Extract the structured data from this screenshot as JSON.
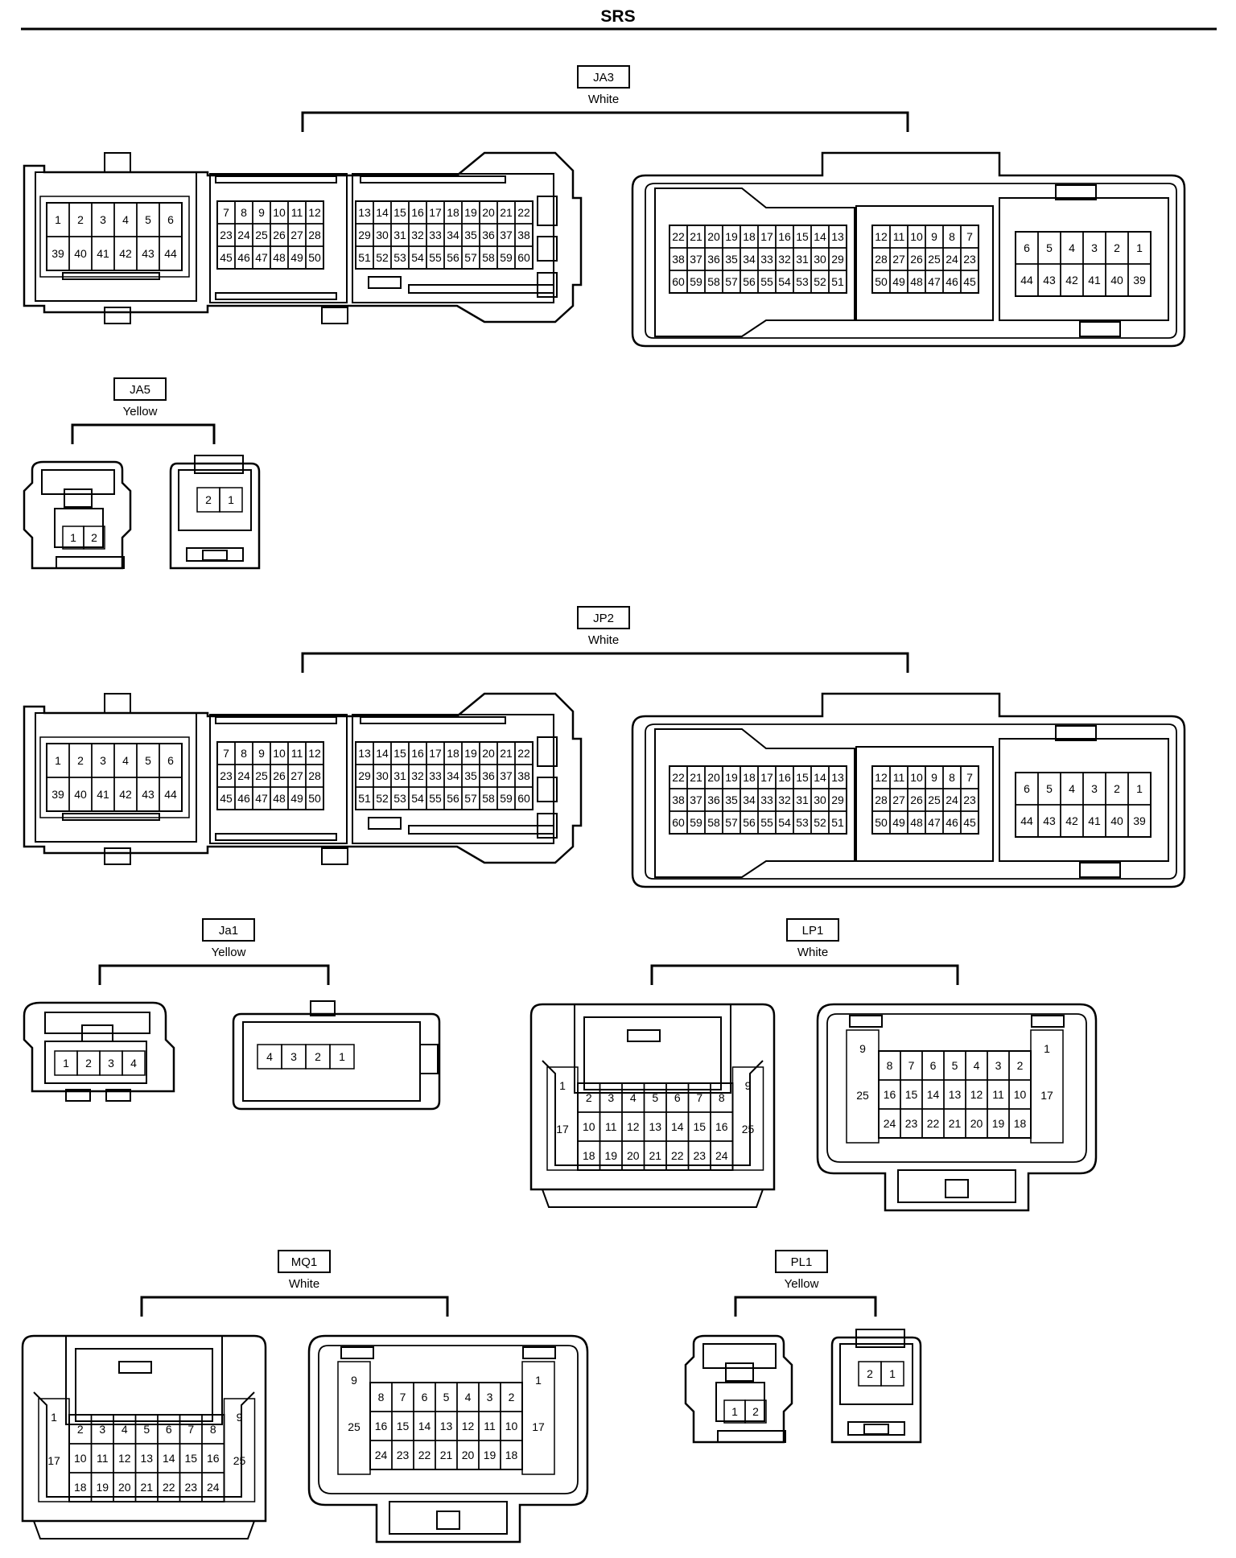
{
  "header": {
    "title": "SRS"
  },
  "connectors": {
    "ja3": {
      "name": "JA3",
      "color": "White"
    },
    "ja5": {
      "name": "JA5",
      "color": "Yellow"
    },
    "jp2": {
      "name": "JP2",
      "color": "White"
    },
    "ja1": {
      "name": "Ja1",
      "color": "Yellow"
    },
    "lp1": {
      "name": "LP1",
      "color": "White"
    },
    "mq1": {
      "name": "MQ1",
      "color": "White"
    },
    "pl1": {
      "name": "PL1",
      "color": "Yellow"
    }
  },
  "pinouts": {
    "big_male": [
      [
        [
          "1",
          "2",
          "3",
          "4",
          "5",
          "6"
        ],
        [
          "39",
          "40",
          "41",
          "42",
          "43",
          "44"
        ]
      ],
      [
        [
          "7",
          "8",
          "9",
          "10",
          "11",
          "12"
        ],
        [
          "23",
          "24",
          "25",
          "26",
          "27",
          "28"
        ],
        [
          "45",
          "46",
          "47",
          "48",
          "49",
          "50"
        ]
      ],
      [
        [
          "13",
          "14",
          "15",
          "16",
          "17",
          "18",
          "19",
          "20",
          "21",
          "22"
        ],
        [
          "29",
          "30",
          "31",
          "32",
          "33",
          "34",
          "35",
          "36",
          "37",
          "38"
        ],
        [
          "51",
          "52",
          "53",
          "54",
          "55",
          "56",
          "57",
          "58",
          "59",
          "60"
        ]
      ]
    ],
    "big_female": [
      [
        [
          "22",
          "21",
          "20",
          "19",
          "18",
          "17",
          "16",
          "15",
          "14",
          "13"
        ],
        [
          "38",
          "37",
          "36",
          "35",
          "34",
          "33",
          "32",
          "31",
          "30",
          "29"
        ],
        [
          "60",
          "59",
          "58",
          "57",
          "56",
          "55",
          "54",
          "53",
          "52",
          "51"
        ]
      ],
      [
        [
          "12",
          "11",
          "10",
          "9",
          "8",
          "7"
        ],
        [
          "28",
          "27",
          "26",
          "25",
          "24",
          "23"
        ],
        [
          "50",
          "49",
          "48",
          "47",
          "46",
          "45"
        ]
      ],
      [
        [
          "6",
          "5",
          "4",
          "3",
          "2",
          "1"
        ],
        [
          "44",
          "43",
          "42",
          "41",
          "40",
          "39"
        ]
      ]
    ],
    "two_male": [
      "1",
      "2"
    ],
    "two_female": [
      "2",
      "1"
    ],
    "four_male": [
      "1",
      "2",
      "3",
      "4"
    ],
    "four_female": [
      "4",
      "3",
      "2",
      "1"
    ],
    "m25": {
      "left": [
        "1",
        "17"
      ],
      "grid": [
        [
          "2",
          "3",
          "4",
          "5",
          "6",
          "7",
          "8"
        ],
        [
          "10",
          "11",
          "12",
          "13",
          "14",
          "15",
          "16"
        ],
        [
          "18",
          "19",
          "20",
          "21",
          "22",
          "23",
          "24"
        ]
      ],
      "right": [
        "9",
        "25"
      ]
    },
    "f25": {
      "left": [
        "9",
        "25"
      ],
      "grid": [
        [
          "8",
          "7",
          "6",
          "5",
          "4",
          "3",
          "2"
        ],
        [
          "16",
          "15",
          "14",
          "13",
          "12",
          "11",
          "10"
        ],
        [
          "24",
          "23",
          "22",
          "21",
          "20",
          "19",
          "18"
        ]
      ],
      "right": [
        "1",
        "17"
      ]
    }
  }
}
